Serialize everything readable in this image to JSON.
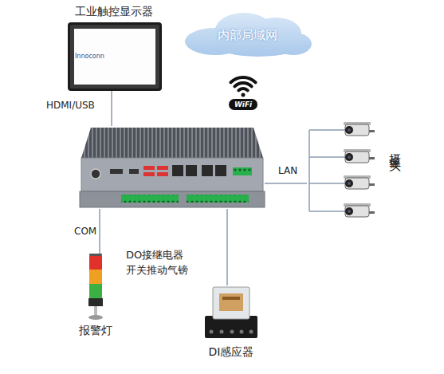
{
  "diagram": {
    "nodes": [
      {
        "text": [
          "工业触控显示器"
        ]
      },
      {
        "text": [
          "内部局域网"
        ]
      },
      {
        "text": [
          "WiFi"
        ]
      },
      {
        "text": []
      },
      {
        "text": [
          "摄像头"
        ]
      },
      {
        "text": [
          "报警灯"
        ]
      },
      {
        "text": [
          "DI感应器"
        ]
      }
    ],
    "edges": [
      {
        "from": 0,
        "to": 3,
        "label": "HDMI/USB",
        "arrow": "none"
      },
      {
        "from": 3,
        "to": 4,
        "label": "LAN",
        "arrow": "none"
      },
      {
        "from": 3,
        "to": 5,
        "label": "COM",
        "arrow": "none"
      },
      {
        "from": 3,
        "to": 6,
        "arrow": "none"
      }
    ],
    "labels": [
      "Innoconn",
      "DO接继电器 开关推动气镑"
    ]
  }
}
